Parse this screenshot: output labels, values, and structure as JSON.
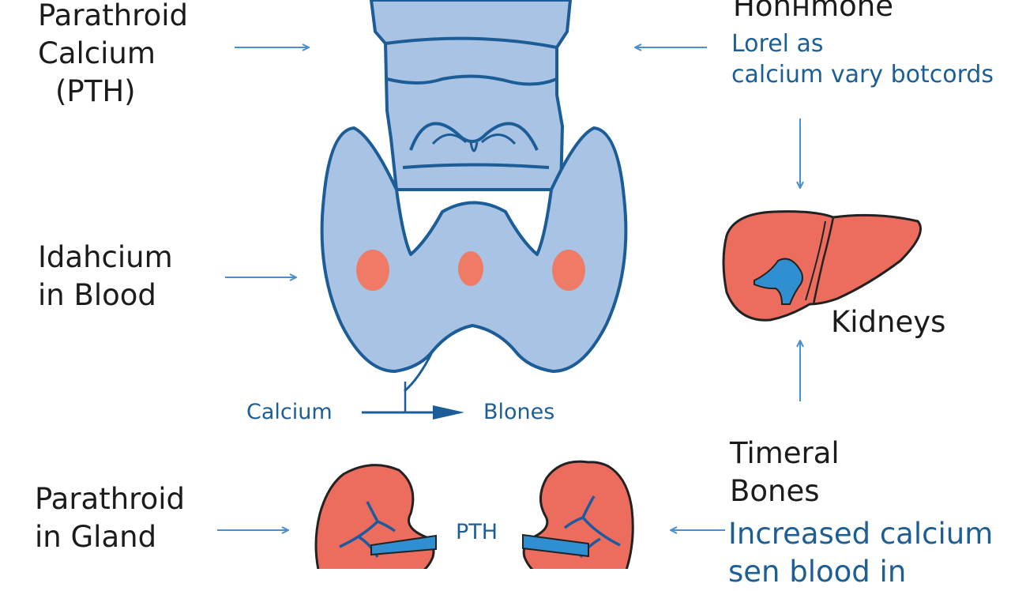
{
  "labels": {
    "parathroid_calcium_pth": [
      "Parathroid",
      "Calcium",
      "(PTH)"
    ],
    "hormone": "Honнmone",
    "lorel_calcium": [
      "Lorel as",
      "calcium vary botcords"
    ],
    "calcium_in_blood": [
      "Idahcium",
      "in Blood"
    ],
    "kidneys": "Kidneys",
    "calcium": "Calcium",
    "bones": "Blones",
    "timeral_bones": [
      "Timeral",
      "Bones"
    ],
    "parathroid_gland": [
      "Parathroid",
      "in Gland"
    ],
    "pth": "PTH",
    "increased_calcium": [
      "Increased calcium",
      "sen blood in"
    ]
  },
  "colors": {
    "gland_fill": "#a9c3e4",
    "gland_stroke": "#1c5d98",
    "organ_fill": "#ec6d5d",
    "organ_stroke": "#222222",
    "vessel_blue": "#2f8fd0",
    "arrow": "#4a8fcf",
    "text_dark": "#1b1b1b",
    "text_blue": "#1d5f95"
  },
  "icons": [
    "thyroid-gland-icon",
    "liver-icon",
    "kidney-icon",
    "arrow-icon"
  ]
}
